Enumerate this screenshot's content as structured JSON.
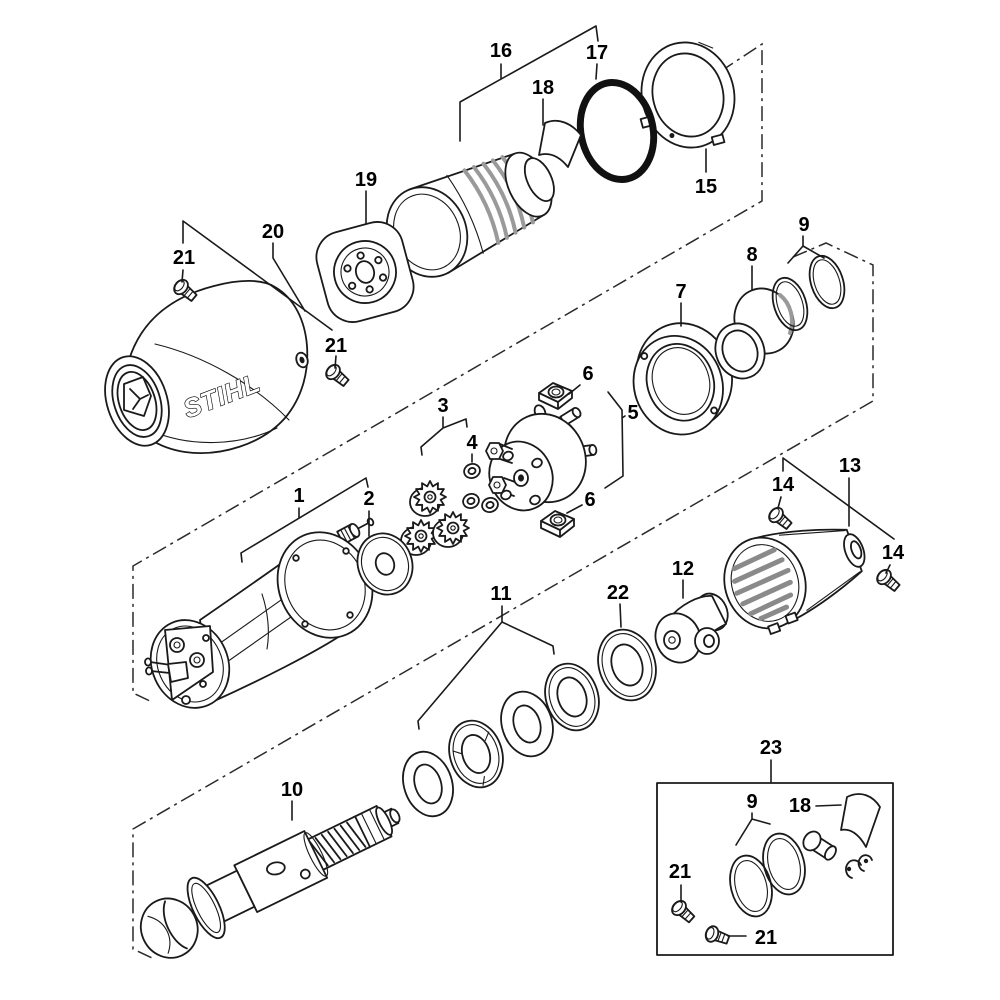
{
  "logo": {
    "text": "STIHL"
  },
  "callouts": [
    {
      "id": "label-16",
      "text": "16"
    },
    {
      "id": "label-17",
      "text": "17"
    },
    {
      "id": "label-18-top",
      "text": "18"
    },
    {
      "id": "label-15",
      "text": "15"
    },
    {
      "id": "label-19",
      "text": "19"
    },
    {
      "id": "label-20",
      "text": "20"
    },
    {
      "id": "label-21-left",
      "text": "21"
    },
    {
      "id": "label-21-right",
      "text": "21"
    },
    {
      "id": "label-9-top",
      "text": "9"
    },
    {
      "id": "label-8",
      "text": "8"
    },
    {
      "id": "label-7",
      "text": "7"
    },
    {
      "id": "label-5",
      "text": "5"
    },
    {
      "id": "label-6-top",
      "text": "6"
    },
    {
      "id": "label-6-bottom",
      "text": "6"
    },
    {
      "id": "label-3",
      "text": "3"
    },
    {
      "id": "label-4",
      "text": "4"
    },
    {
      "id": "label-1",
      "text": "1"
    },
    {
      "id": "label-2",
      "text": "2"
    },
    {
      "id": "label-13",
      "text": "13"
    },
    {
      "id": "label-14-left",
      "text": "14"
    },
    {
      "id": "label-14-right",
      "text": "14"
    },
    {
      "id": "label-12",
      "text": "12"
    },
    {
      "id": "label-22",
      "text": "22"
    },
    {
      "id": "label-11",
      "text": "11"
    },
    {
      "id": "label-10",
      "text": "10"
    },
    {
      "id": "label-23",
      "text": "23"
    },
    {
      "id": "label-9-box",
      "text": "9"
    },
    {
      "id": "label-18-box",
      "text": "18"
    },
    {
      "id": "label-21-box-left",
      "text": "21"
    },
    {
      "id": "label-21-box-bottom",
      "text": "21"
    }
  ]
}
